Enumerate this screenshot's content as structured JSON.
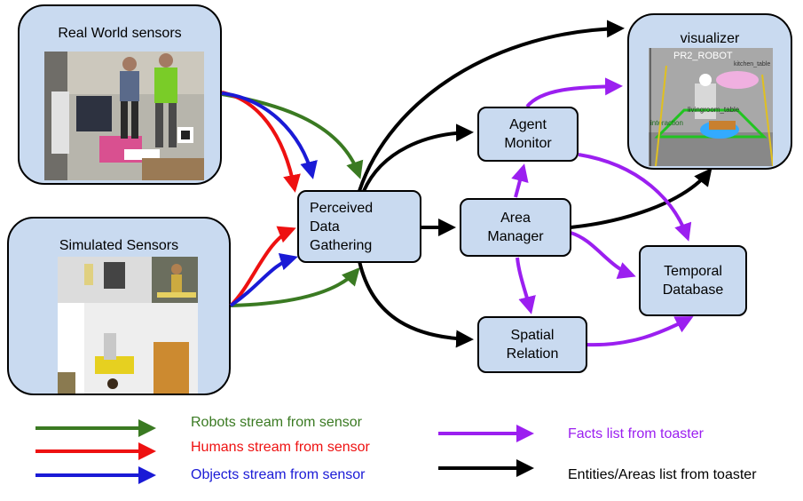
{
  "groups": {
    "real_world": {
      "title": "Real World sensors"
    },
    "simulated": {
      "title": "Simulated Sensors"
    },
    "visualizer": {
      "title": "visualizer",
      "screen_labels": [
        "PR2_ROBOT",
        "kitchen_table",
        "livingroom_table",
        "interaction"
      ]
    }
  },
  "nodes": {
    "perceived": "Perceived\nData\nGathering",
    "agent_monitor": "Agent\nMonitor",
    "area_manager": "Area\nManager",
    "spatial_relation": "Spatial\nRelation",
    "temporal_database": "Temporal\nDatabase"
  },
  "legend": {
    "robots": "Robots stream from sensor",
    "humans": "Humans stream from sensor",
    "objects": "Objects stream from sensor",
    "facts": "Facts list from toaster",
    "entities": "Entities/Areas list from toaster"
  },
  "colors": {
    "robots": "#3a7a22",
    "humans": "#ee1111",
    "objects": "#1a1ad6",
    "facts": "#9b1ff0",
    "entities": "#000000",
    "box_fill": "#c9daf0"
  }
}
